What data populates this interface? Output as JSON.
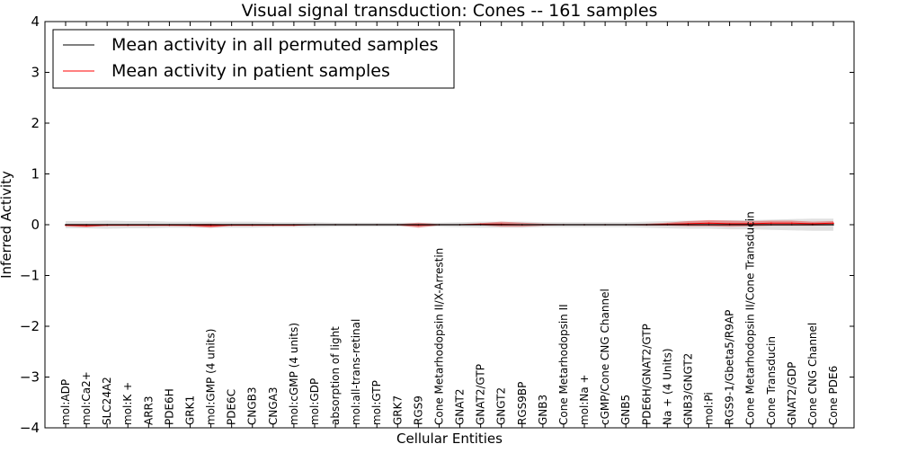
{
  "chart_data": {
    "type": "line",
    "title": "Visual signal transduction: Cones -- 161 samples",
    "xlabel": "Cellular Entities",
    "ylabel": "Inferred Activity",
    "ylim": [
      -4,
      4
    ],
    "yticks": [
      4,
      3,
      2,
      1,
      0,
      -1,
      -2,
      -3,
      -4
    ],
    "ytick_labels": [
      "4",
      "3",
      "2",
      "1",
      "0",
      "−1",
      "−2",
      "−3",
      "−4"
    ],
    "grid": false,
    "legend_position": "upper-left",
    "categories": [
      "mol:ADP",
      "mol:Ca2+",
      "SLC24A2",
      "mol:K +",
      "ARR3",
      "PDE6H",
      "GRK1",
      "mol:GMP (4 units)",
      "PDE6C",
      "CNGB3",
      "CNGA3",
      "mol:cGMP (4 units)",
      "mol:GDP",
      "absorption of light",
      "mol:all-trans-retinal",
      "mol:GTP",
      "GRK7",
      "RGS9",
      "Cone Metarhodopsin II/X-Arrestin",
      "GNAT2",
      "GNAT2/GTP",
      "GNGT2",
      "RGS9BP",
      "GNB3",
      "Cone Metarhodopsin II",
      "mol:Na +",
      "cGMP/Cone CNG Channel",
      "GNB5",
      "PDE6H/GNAT2/GTP",
      "Na + (4 Units)",
      "GNB3/GNGT2",
      "mol:Pi",
      "RGS9-1/Gbeta5/R9AP",
      "Cone Metarhodopsin II/Cone Transducin",
      "Cone Transducin",
      "GNAT2/GDP",
      "Cone CNG Channel",
      "Cone PDE6"
    ],
    "series": [
      {
        "name": "Mean activity in all permuted samples",
        "color": "#000000",
        "band_color": "#bbbbbb",
        "values": [
          0,
          0,
          0,
          0,
          0,
          0,
          0,
          0,
          0,
          0,
          0,
          0,
          0,
          0,
          0,
          0,
          0,
          0,
          0,
          0,
          0,
          0,
          0,
          0,
          0,
          0,
          0,
          0,
          0,
          0,
          0,
          0,
          0,
          0,
          0,
          0,
          0,
          0
        ],
        "band": [
          0.07,
          0.07,
          0.08,
          0.07,
          0.07,
          0.06,
          0.06,
          0.06,
          0.06,
          0.06,
          0.05,
          0.05,
          0.05,
          0.04,
          0.04,
          0.04,
          0.04,
          0.04,
          0.04,
          0.05,
          0.06,
          0.06,
          0.06,
          0.05,
          0.05,
          0.05,
          0.05,
          0.05,
          0.06,
          0.07,
          0.08,
          0.08,
          0.09,
          0.09,
          0.1,
          0.11,
          0.12,
          0.12
        ]
      },
      {
        "name": "Mean activity in patient samples",
        "color": "#ff0000",
        "band_color": "#e03030",
        "values": [
          -0.01,
          -0.02,
          -0.01,
          -0.01,
          -0.01,
          -0.01,
          -0.01,
          -0.02,
          -0.01,
          -0.01,
          -0.01,
          -0.01,
          0,
          0,
          0,
          0,
          0,
          -0.01,
          0,
          0,
          0.01,
          0.01,
          0,
          0,
          0,
          0,
          0,
          0,
          0,
          0.01,
          0.02,
          0.03,
          0.02,
          0.02,
          0.03,
          0.03,
          0.02,
          0.03
        ],
        "band": [
          0.02,
          0.03,
          0.01,
          0.01,
          0.01,
          0.01,
          0.02,
          0.04,
          0.01,
          0.01,
          0.01,
          0.01,
          0.01,
          0.01,
          0.01,
          0.01,
          0.01,
          0.05,
          0.01,
          0.01,
          0.02,
          0.05,
          0.04,
          0.02,
          0.01,
          0.01,
          0.01,
          0.01,
          0.02,
          0.03,
          0.05,
          0.06,
          0.06,
          0.05,
          0.05,
          0.05,
          0.04,
          0.04
        ]
      }
    ]
  }
}
